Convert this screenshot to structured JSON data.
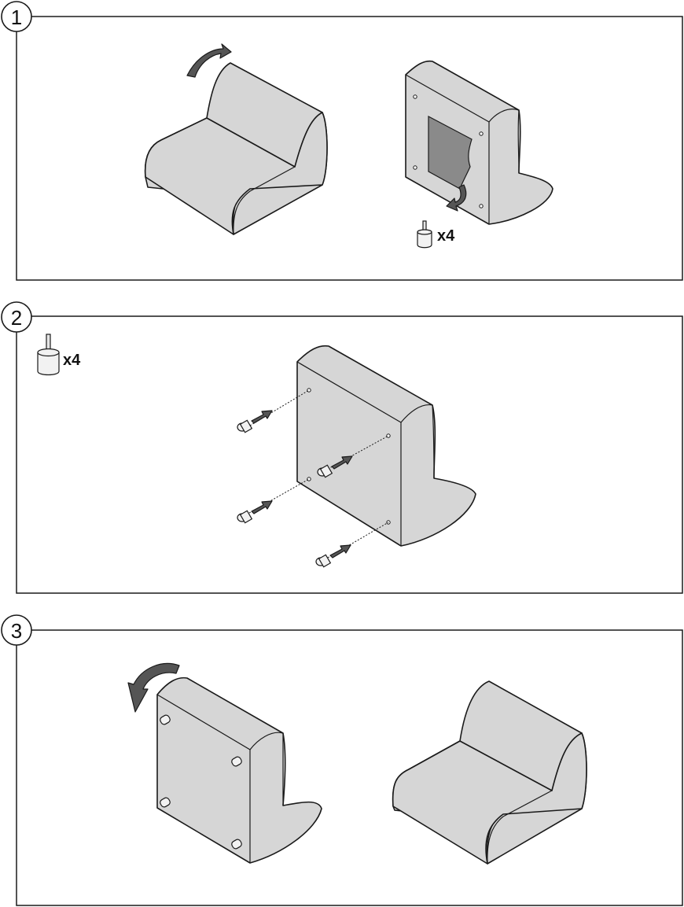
{
  "steps": [
    {
      "number": "1",
      "quantity": "x4"
    },
    {
      "number": "2",
      "quantity": "x4"
    },
    {
      "number": "3"
    }
  ],
  "icons": {
    "rotate": "curved-arrow-icon",
    "part": "leg-peg-icon",
    "insert": "insert-arrow-icon"
  },
  "colors": {
    "foam": "#d6d6d6",
    "arrow": "#555555",
    "outline": "#1a1a1a"
  }
}
